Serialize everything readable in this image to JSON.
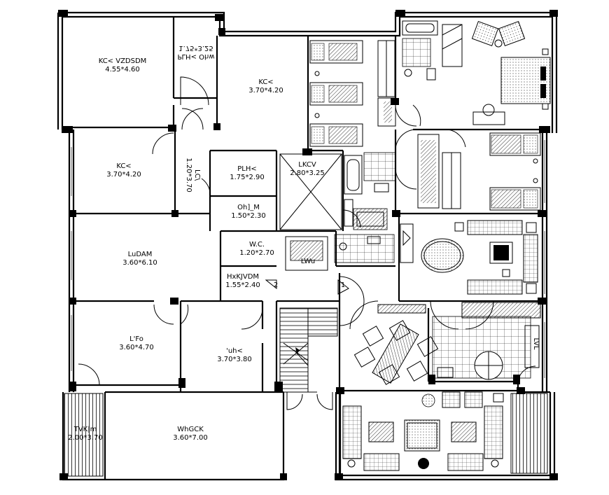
{
  "rooms": {
    "r1": {
      "name": "KC< VZDSDM",
      "dims": "4.55*4.60"
    },
    "r2": {
      "name": "PLH< Ohw",
      "dims": "1.75*3.25"
    },
    "r3": {
      "name": "KC<",
      "dims": "3.70*4.20"
    },
    "r4": {
      "name": "KC<",
      "dims": "3.70*4.20"
    },
    "r5": {
      "name": "LC\\",
      "dims": "1.20*3.70"
    },
    "r6": {
      "name": "PLH<",
      "dims": "1.75*2.90"
    },
    "r7": {
      "name": "LKCV",
      "dims": "2.80*3.25"
    },
    "r8": {
      "name": "Oh]_M",
      "dims": "1.50*2.30"
    },
    "r9": {
      "name": "W.C.",
      "dims": "1.20*2.70"
    },
    "r10": {
      "name": "LuDAM",
      "dims": "3.60*6.10"
    },
    "r11": {
      "name": "LWu",
      "dims": ""
    },
    "r12": {
      "name": "HxKJVDM",
      "dims": "1.55*2.40"
    },
    "r13": {
      "name": "L'Fo",
      "dims": "3.60*4.70"
    },
    "r14": {
      "name": "'uh<",
      "dims": "3.70*3.80"
    },
    "r15": {
      "name": "TVK|m",
      "dims": "2.00*3.70"
    },
    "r16": {
      "name": "WhGCK",
      "dims": "3.60*7.00"
    },
    "r17": {
      "name": "LVL",
      "dims": ""
    }
  },
  "markers": {
    "m1": "1",
    "m2": "2"
  }
}
